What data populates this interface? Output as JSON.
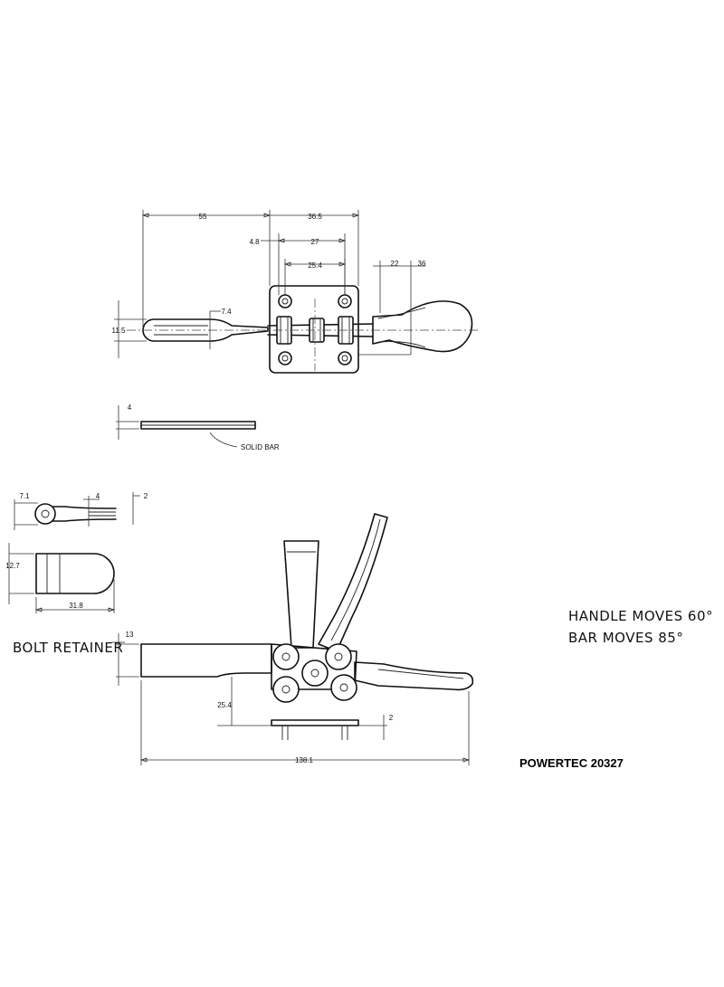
{
  "dimensions": {
    "d55": "55",
    "d36_5": "36.5",
    "d4_8": "4.8",
    "d27": "27",
    "d25_4_top": "25.4",
    "d22": "22",
    "d36": "36",
    "d7_4": "7.4",
    "d11_5": "11.5",
    "d4_bar": "4",
    "d7_1": "7.1",
    "d4_retainer": "4",
    "d2_retainer": "2",
    "d12_7": "12.7",
    "d31_8": "31.8",
    "d13": "13",
    "d25_4_side": "25.4",
    "d2_base": "2",
    "d138_1": "138.1"
  },
  "labels": {
    "solid_bar": "SOLID BAR",
    "bolt_retainer": "BOLT RETAINER",
    "handle_moves": "HANDLE MOVES 60°",
    "bar_moves": "BAR MOVES 85°",
    "model": "POWERTEC 20327"
  }
}
